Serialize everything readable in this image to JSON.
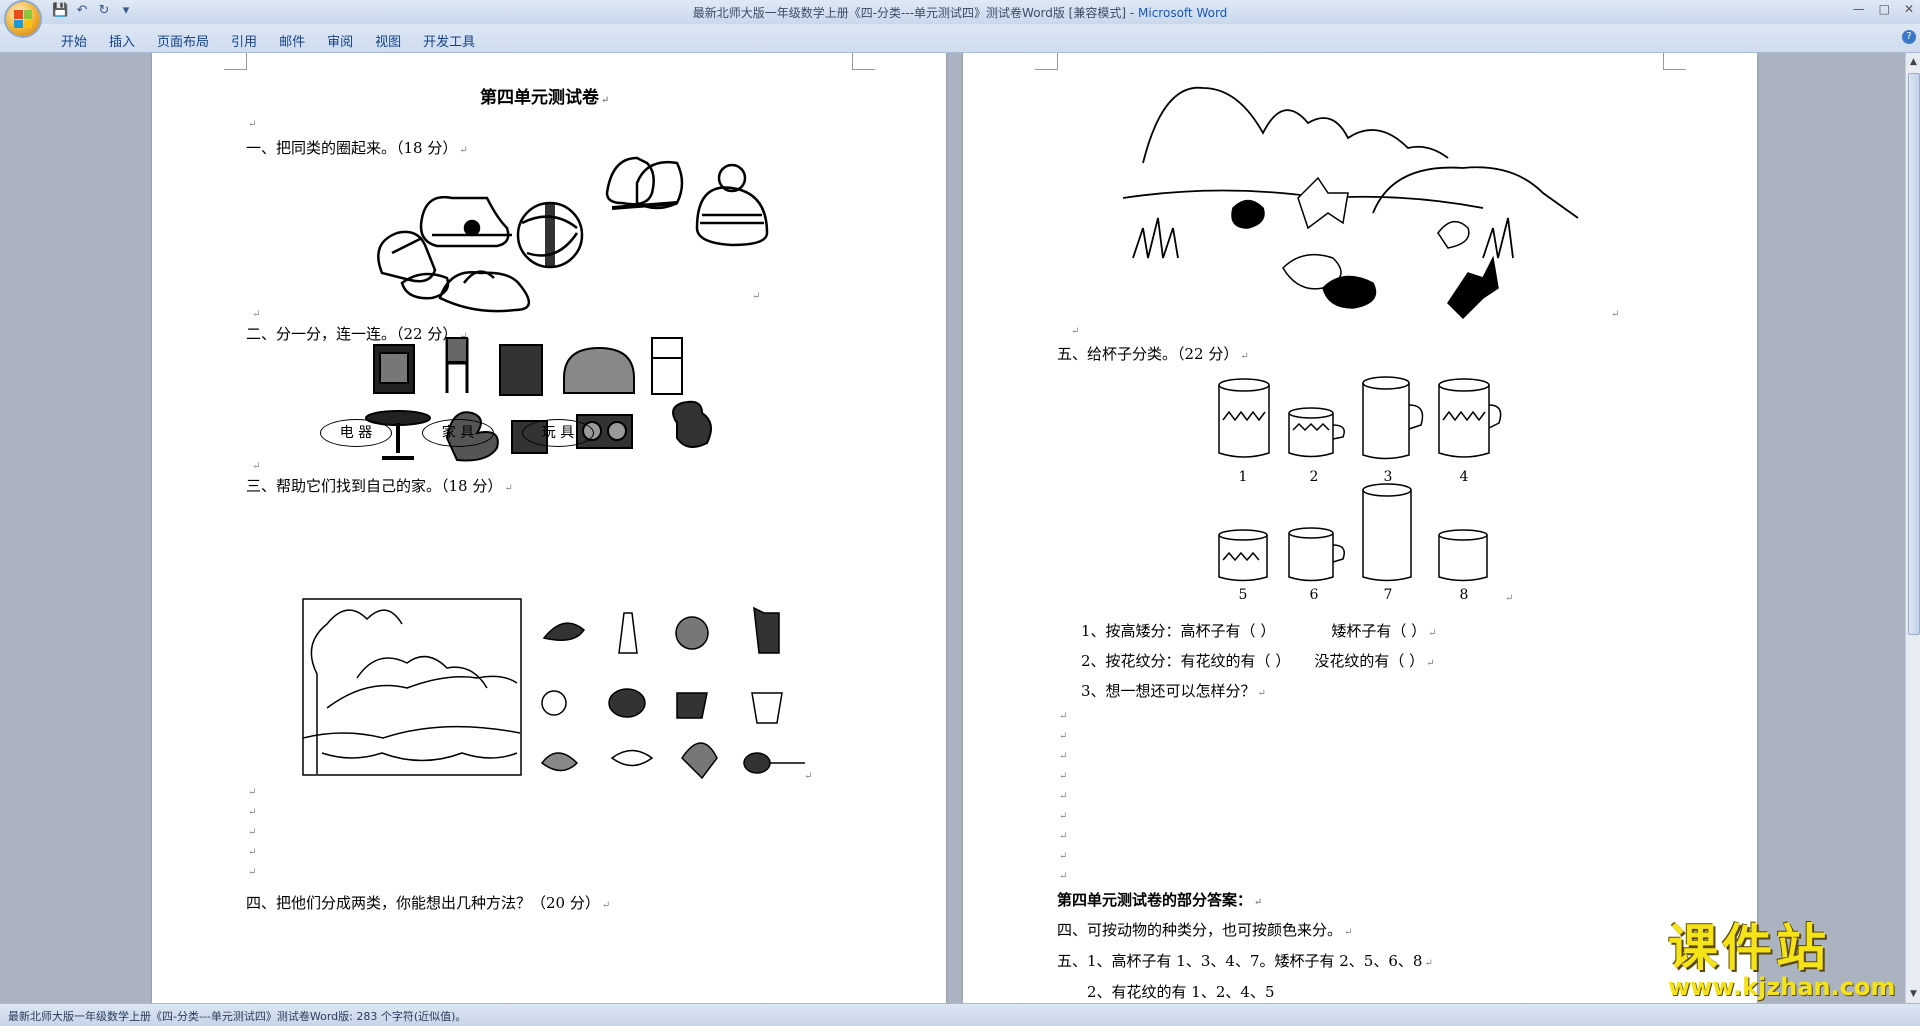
{
  "window": {
    "title_doc": "最新北师大版一年级数学上册《四-分类---单元测试四》测试卷Word版 [兼容模式] - ",
    "title_app": "Microsoft Word"
  },
  "ribbon": {
    "tabs": [
      "开始",
      "插入",
      "页面布局",
      "引用",
      "邮件",
      "审阅",
      "视图",
      "开发工具"
    ]
  },
  "page1": {
    "title": "第四单元测试卷",
    "q1": "一、把同类的圈起来。（18 分）",
    "q2": "二、分一分，连一连。（22 分）",
    "ovals": [
      "电 器",
      "家 具",
      "玩 具"
    ],
    "q3": "三、帮助它们找到自己的家。（18 分）",
    "q4": "四、把他们分成两类，你能想出几种方法？（20 分）"
  },
  "page2": {
    "q5": "五、给杯子分类。（22 分）",
    "cup_labels_row1": [
      "1",
      "2",
      "3",
      "4"
    ],
    "cup_labels_row2": [
      "5",
      "6",
      "7",
      "8"
    ],
    "s1a": "1、按高矮分：高杯子有（         ）",
    "s1b": "矮杯子有（         ）",
    "s2a": "2、按花纹分：有花纹的有（         ）",
    "s2b": "没花纹的有（         ）",
    "s3": "3、想一想还可以怎样分？",
    "ans_title": "第四单元测试卷的部分答案：",
    "ans4": "四、可按动物的种类分，也可按颜色来分。",
    "ans5": "五、1、高杯子有 1、3、4、7。矮杯子有 2、5、6、8",
    "ans5b": "2、有花纹的有 1、2、4、5"
  },
  "statusbar": {
    "text": "最新北师大版一年级数学上册《四-分类---单元测试四》测试卷Word版: 283 个字符(近似值)。"
  },
  "watermark": {
    "brand": "课件站",
    "url": "www.kjzhan.com"
  }
}
